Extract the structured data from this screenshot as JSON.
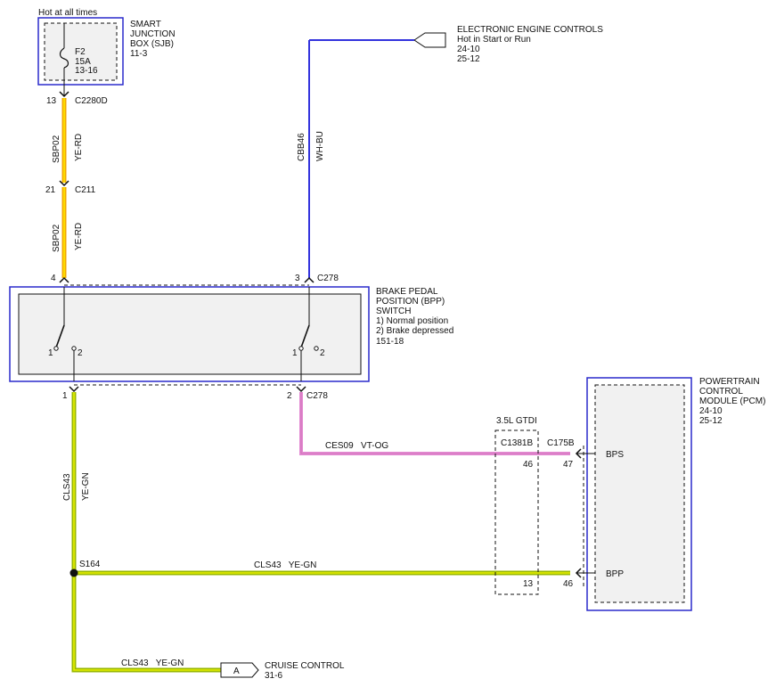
{
  "colors": {
    "module_border": "#2a2acc",
    "module_fill": "#f1f1f1",
    "wire_ye_rd": "#f2a900",
    "wire_ye_rd_stripe": "#ffe600",
    "wire_wh_bu": "#3333dd",
    "wire_ye_gn": "#9ab800",
    "wire_ye_gn_stripe": "#e8f000",
    "wire_vt_og": "#e38ad2",
    "ink": "#111111"
  },
  "sjb": {
    "hot_label": "Hot at all times",
    "title_lines": [
      "SMART",
      "JUNCTION",
      "BOX (SJB)",
      "11-3"
    ],
    "fuse_lines": [
      "F2",
      "15A",
      "13-16"
    ]
  },
  "eec": {
    "title_lines": [
      "ELECTRONIC ENGINE CONTROLS",
      "Hot in Start or Run",
      "24-10",
      "25-12"
    ]
  },
  "connectors": {
    "c2280d_pin": "13",
    "c2280d": "C2280D",
    "c211_pin": "21",
    "c211": "C211",
    "c278_top_pin_left": "4",
    "c278_top_pin_right": "3",
    "c278_top": "C278",
    "c278_bot_pin_left": "1",
    "c278_bot_pin_right": "2",
    "c278_bot": "C278"
  },
  "wires": {
    "sbp02_a_circuit": "SBP02",
    "sbp02_a_color": "YE-RD",
    "sbp02_b_circuit": "SBP02",
    "sbp02_b_color": "YE-RD",
    "cbb46_circuit": "CBB46",
    "cbb46_color": "WH-BU",
    "cls43_vert_circuit": "CLS43",
    "cls43_vert_color": "YE-GN",
    "ces09_label": "CES09   VT-OG",
    "cls43_mid_label": "CLS43   YE-GN",
    "cls43_bot_label": "CLS43   YE-GN"
  },
  "bpp_switch": {
    "title_lines": [
      "BRAKE PEDAL",
      "POSITION (BPP)",
      "SWITCH",
      "1) Normal position",
      "2) Brake depressed",
      "151-18"
    ],
    "left_contact_1": "1",
    "left_contact_2": "2",
    "right_contact_1": "1",
    "right_contact_2": "2"
  },
  "gtdi": {
    "title": "3.5L GTDI",
    "connector": "C1381B",
    "pin_top": "46",
    "pin_bottom": "13"
  },
  "pcm": {
    "title_lines": [
      "POWERTRAIN",
      "CONTROL",
      "MODULE (PCM)",
      "24-10",
      "25-12"
    ],
    "connector": "C175B",
    "pin_bps": "47",
    "pin_bpp": "46",
    "signal_bps": "BPS",
    "signal_bpp": "BPP"
  },
  "splice": {
    "label": "S164"
  },
  "cruise": {
    "connector_letter": "A",
    "title": "CRUISE CONTROL",
    "page": "31-6"
  }
}
